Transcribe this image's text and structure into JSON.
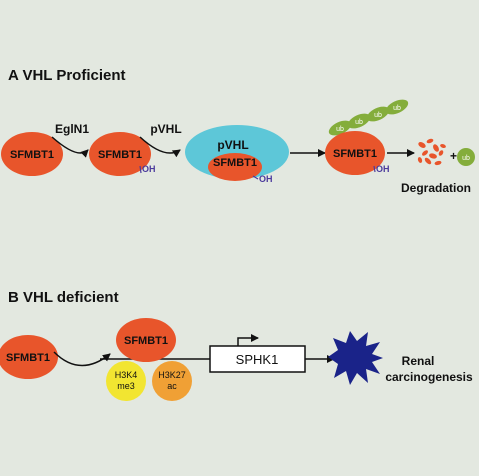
{
  "panel_a": {
    "title": "A VHL Proficient",
    "protein": "SFMBT1",
    "enzyme1": "EglN1",
    "enzyme2": "pVHL",
    "complex_label": "pVHL",
    "hydroxyl": "OH",
    "ubiquitin": "ub",
    "plus": "+",
    "degradation": "Degradation"
  },
  "panel_b": {
    "title": "B VHL deficient",
    "protein": "SFMBT1",
    "mark1_line1": "H3K4",
    "mark1_line2": "me3",
    "mark2_line1": "H3K27",
    "mark2_line2": "ac",
    "gene": "SPHK1",
    "outcome_line1": "Renal",
    "outcome_line2": "carcinogenesis"
  },
  "colors": {
    "background": "#e3e8e0",
    "sfmbt1": "#e8552b",
    "pvhl": "#5dc7d8",
    "ubiquitin": "#84ad3b",
    "hydroxyl": "#4b3a9c",
    "h3k4": "#f2e531",
    "h3k27": "#f0a035",
    "tumor": "#1a2389",
    "fragments": "#e8552b"
  }
}
